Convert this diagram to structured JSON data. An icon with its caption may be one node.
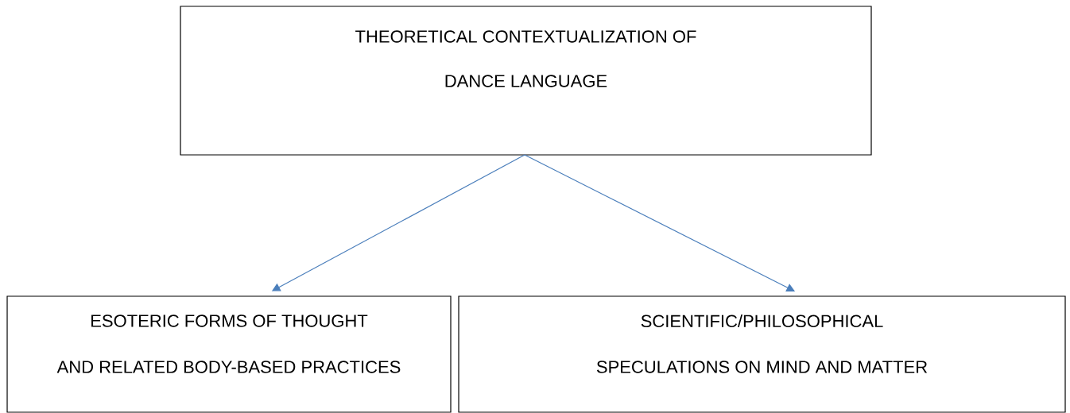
{
  "diagram": {
    "nodes": [
      {
        "text": [
          "THEORETICAL CONTEXTUALIZATION OF",
          "DANCE LANGUAGE"
        ]
      },
      {
        "text": [
          "ESOTERIC FORMS OF THOUGHT",
          "AND RELATED BODY-BASED PRACTICES"
        ]
      },
      {
        "text": [
          "SCIENTIFIC/PHILOSOPHICAL",
          "SPECULATIONS ON MIND AND MATTER"
        ]
      }
    ],
    "edges": [
      {
        "from": 0,
        "to": 1,
        "arrow": "to"
      },
      {
        "from": 0,
        "to": 2,
        "arrow": "to"
      }
    ]
  }
}
